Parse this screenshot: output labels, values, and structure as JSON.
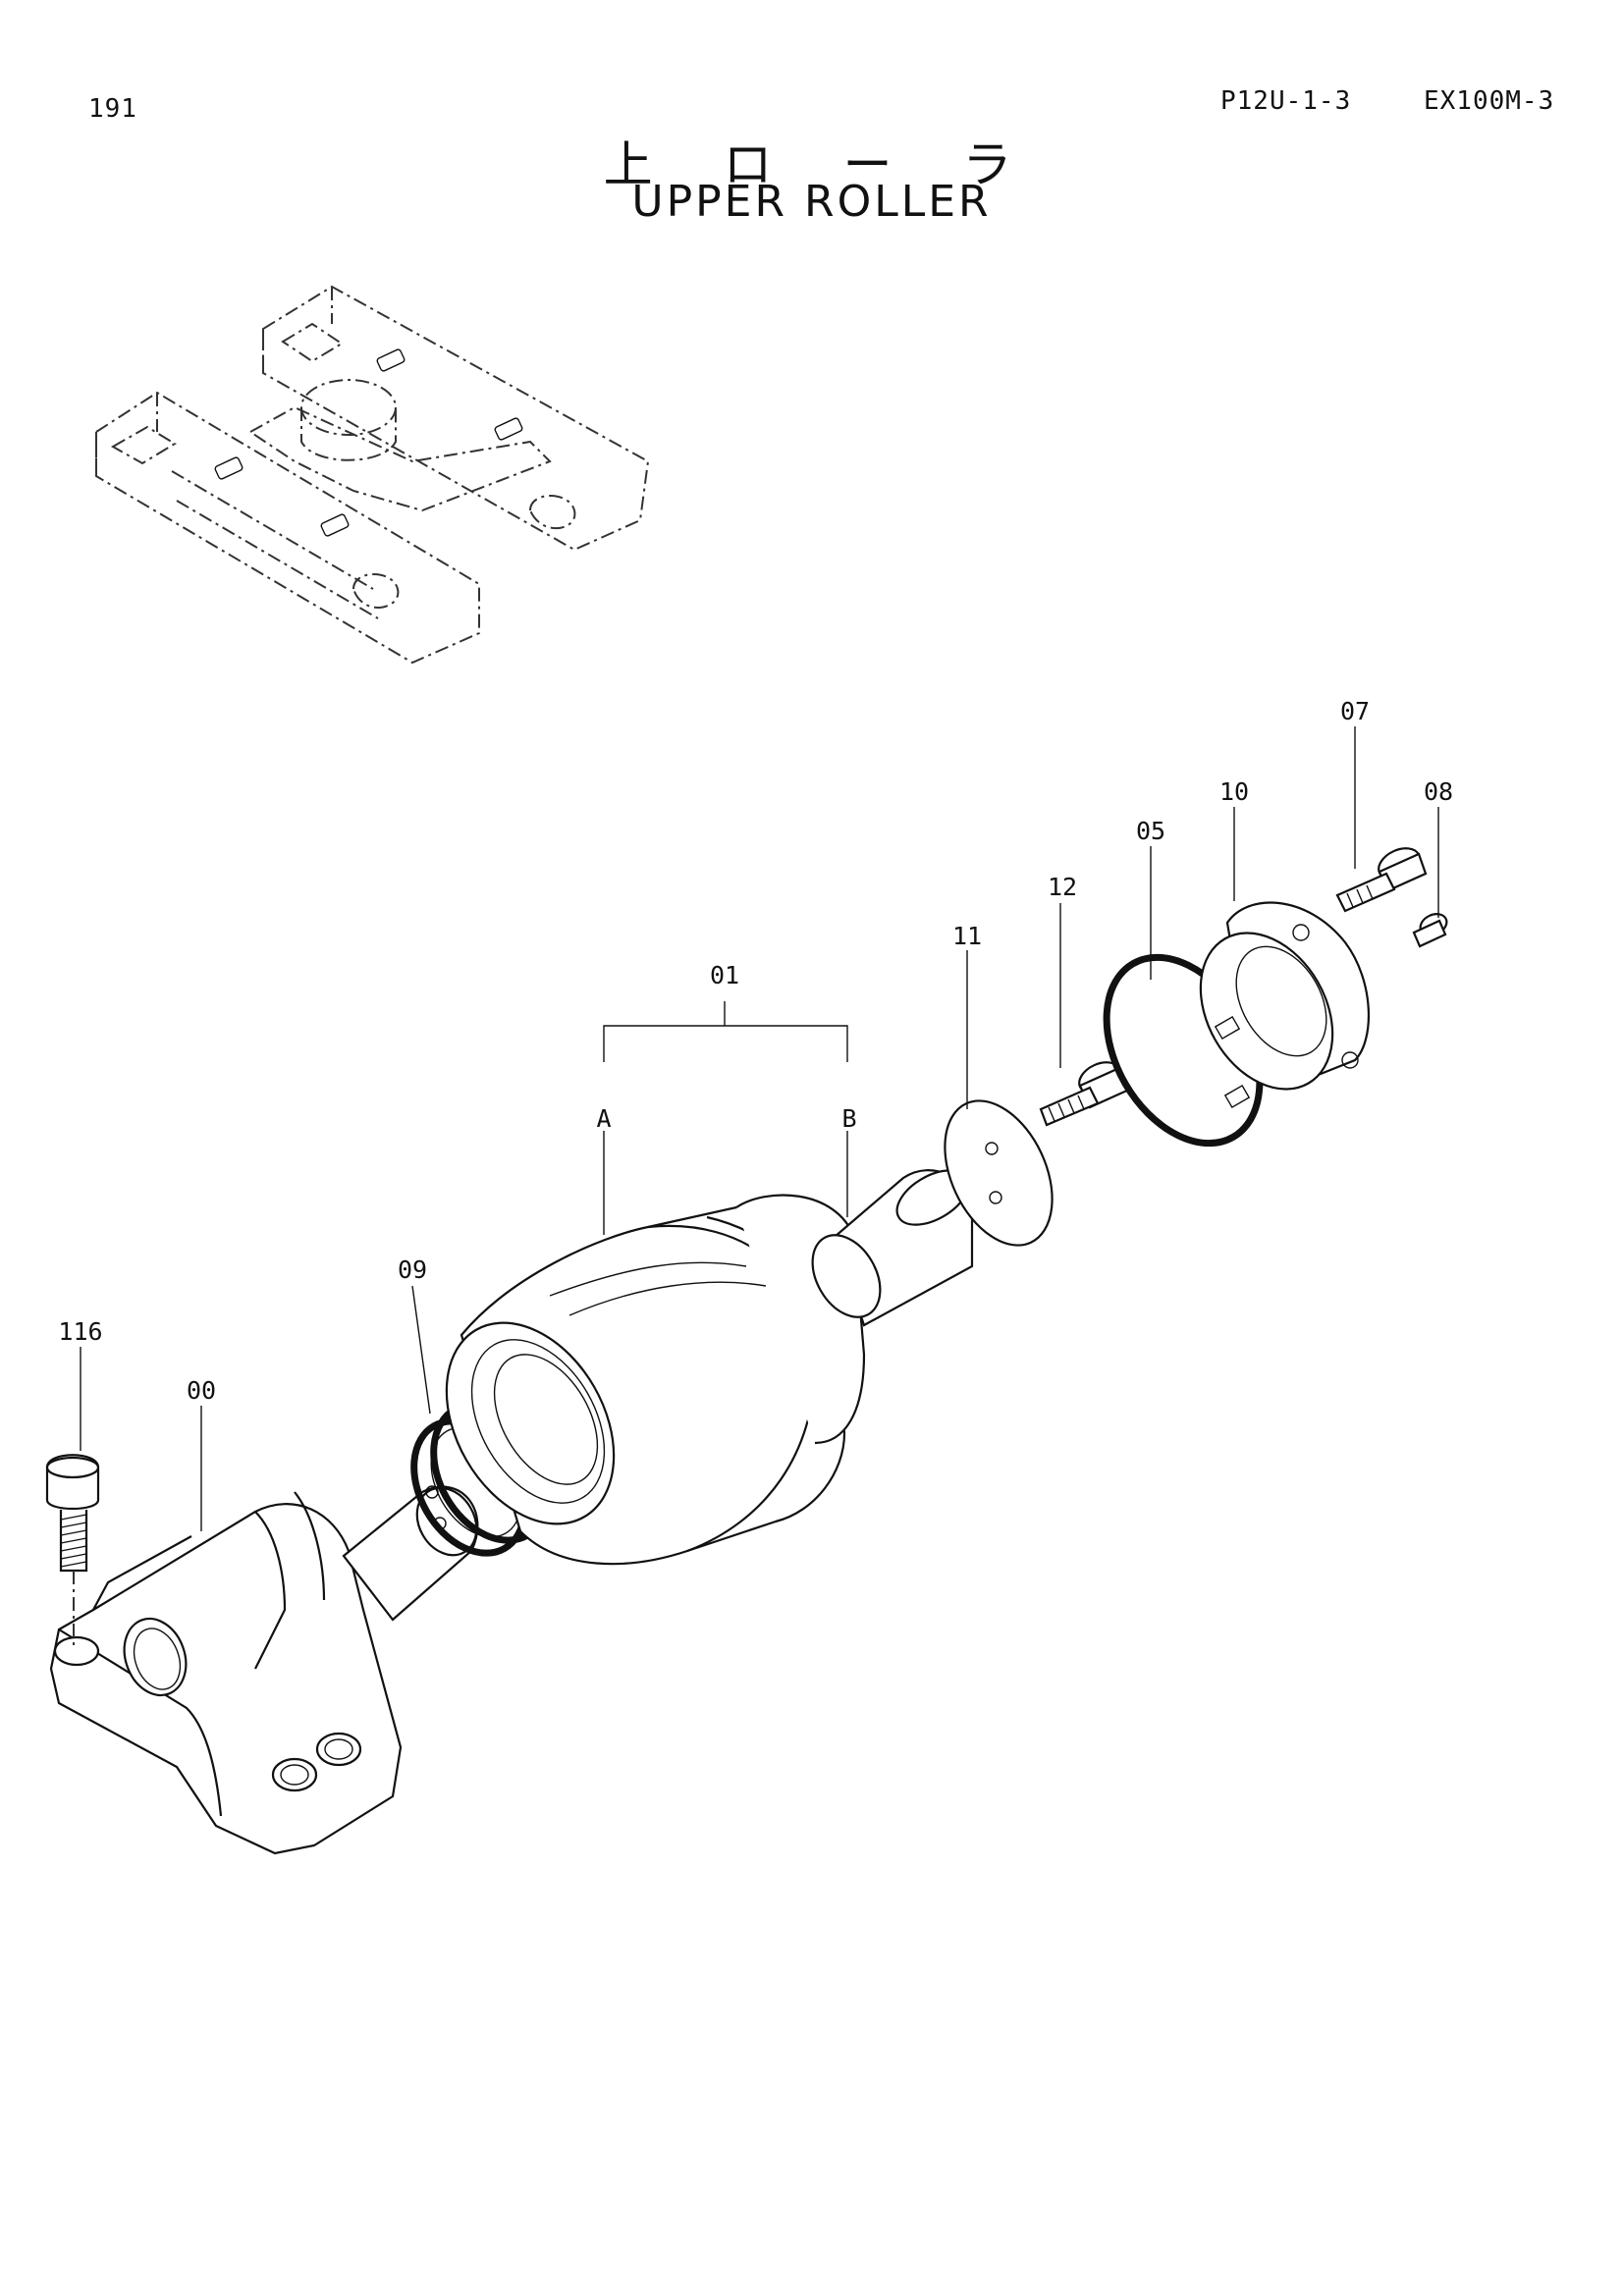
{
  "header": {
    "page_number": "191",
    "catalog_code": "P12U-1-3",
    "model_code": "EX100M-3"
  },
  "title": {
    "japanese": "上 ロ ー ラ",
    "english": "UPPER ROLLER"
  },
  "callouts": {
    "c01": "01",
    "cA": "A",
    "cB": "B",
    "c05": "05",
    "c07": "07",
    "c08": "08",
    "c09": "09",
    "c10": "10",
    "c11": "11",
    "c12": "12",
    "c00": "00",
    "c116": "116"
  },
  "icons": {
    "overview": "undercarriage-track-frame",
    "parts": [
      "roller-bracket",
      "bolt",
      "shaft",
      "floating-seal",
      "roller-body",
      "bushing",
      "thrust-plate",
      "plug-bolt",
      "o-ring",
      "end-cover",
      "cover-bolt",
      "plug"
    ]
  }
}
